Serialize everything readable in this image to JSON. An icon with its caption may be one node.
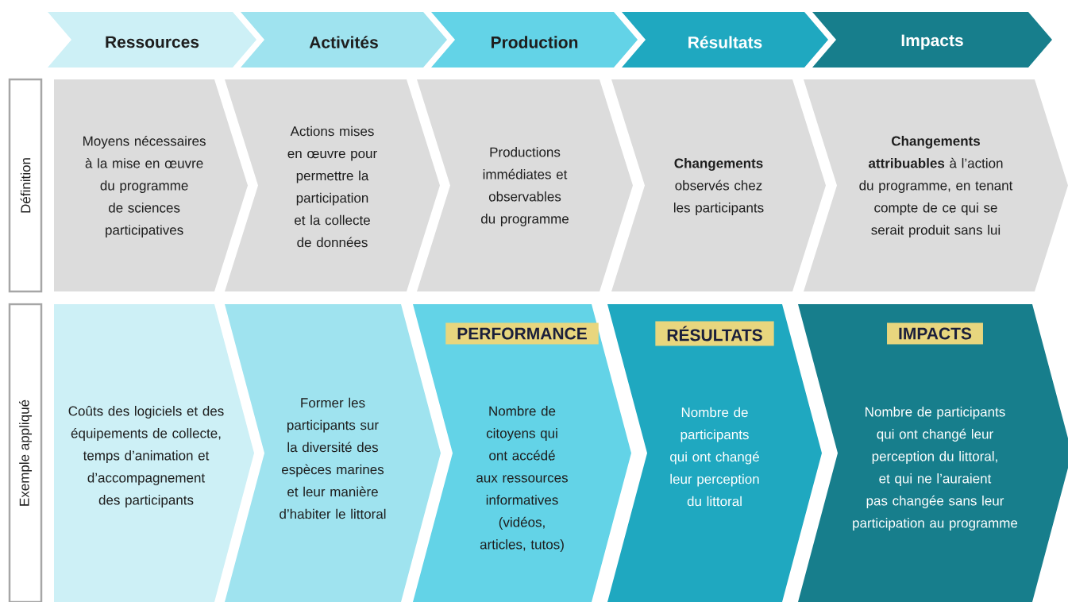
{
  "diagram": {
    "nodes": [
      {
        "text": [
          "Ressources"
        ]
      },
      {
        "text": [
          "Activités"
        ]
      },
      {
        "text": [
          "Production"
        ]
      },
      {
        "text": [
          "Résultats"
        ]
      },
      {
        "text": [
          "Impacts"
        ]
      },
      {
        "text": [
          "Définition"
        ]
      },
      {
        "text": [
          "Moyens nécessaires à la mise en œuvre du programme de sciences participatives"
        ]
      },
      {
        "text": [
          "Actions mises en œuvre pour permettre la participation et la collecte de données"
        ]
      },
      {
        "text": [
          "Productions immédiates et observables du programme"
        ]
      },
      {
        "text": [
          "**Changements** observés chez les participants"
        ]
      },
      {
        "text": [
          "**Changements attribuables** à l’action du programme, en tenant compte de ce qui se serait produit sans lui"
        ]
      },
      {
        "text": [
          "Exemple appliqué"
        ]
      },
      {
        "text": [
          "Coûts des logiciels et des équipements de collecte, temps d’animation et d’accompagnement des participants"
        ]
      },
      {
        "text": [
          "Former les participants sur la diversité des espèces marines et leur manière d’habiter le littoral"
        ]
      },
      {
        "text": [
          "Nombre de citoyens qui ont accédé aux ressources informatives (vidéos, articles, tutos)"
        ]
      },
      {
        "text": [
          "PERFORMANCE"
        ],
        "in": 14
      },
      {
        "text": [
          "Nombre de participants qui ont changé leur perception du littoral"
        ]
      },
      {
        "text": [
          "RÉSULTATS"
        ],
        "in": 16
      },
      {
        "text": [
          "Nombre de participants qui ont changé leur perception du littoral, et qui ne l’auraient pas changée sans leur participation au programme"
        ]
      },
      {
        "text": [
          "IMPACTS"
        ],
        "in": 18
      }
    ]
  }
}
